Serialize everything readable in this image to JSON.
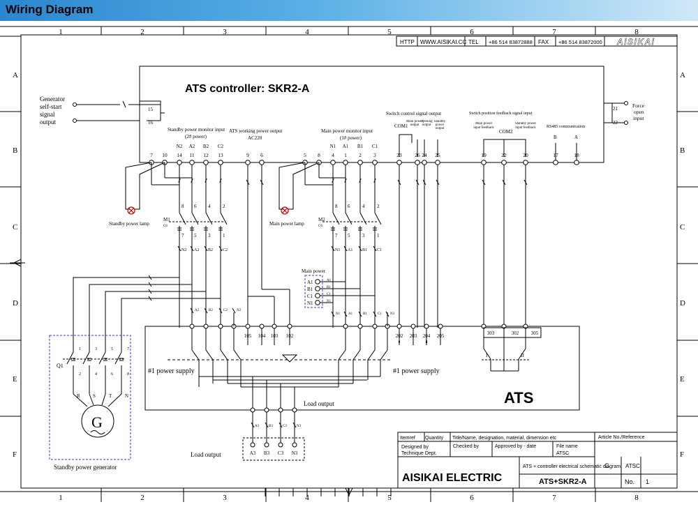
{
  "header": {
    "title": "Wiring Diagram"
  },
  "grid": {
    "columns": [
      "1",
      "2",
      "3",
      "4",
      "5",
      "6",
      "7",
      "8"
    ],
    "rows": [
      "A",
      "B",
      "C",
      "D",
      "E",
      "F"
    ]
  },
  "contact": {
    "http_label": "HTTP",
    "http_value": "WWW.AISIKAI.CC",
    "tel_label": "TEL",
    "tel_value": "+86 514 83872888",
    "fax_label": "FAX",
    "fax_value": "+86 514 83872000",
    "brand_logo": "AiSiKAi"
  },
  "controller": {
    "title": "ATS controller: SKR2-A",
    "generator_start_label": [
      "Generator",
      "self-start",
      "signal",
      "output"
    ],
    "terminal_15": "15",
    "terminal_16": "16",
    "force_open_label": [
      "Force",
      "open",
      "input"
    ],
    "terminal_21": "21",
    "terminal_22": "22",
    "standby_monitor_label": "Standby power monitor input",
    "standby_monitor_sub": "(2# power)",
    "ats_working_label": "ATS working power output",
    "ats_working_sub": "AC220",
    "main_monitor_label": "Main power monitor input",
    "main_monitor_sub": "(1# power)",
    "switch_control_label": "Switch control signal output",
    "switch_feedback_label": "Switch position feedback signal input",
    "com1": "COM1",
    "com2": "COM2",
    "main_power_output": "Main power output",
    "opening_output": "Opening output",
    "standby_power_output": "Standby power output",
    "main_power_feedback": "Main power input feedback",
    "standby_power_feedback": "Standby power input feedback",
    "rs485_label": "RS485 communication",
    "rs485_b": "B",
    "rs485_a": "A",
    "bottom_terminals": [
      "7",
      "10",
      "14",
      "11",
      "12",
      "13",
      "9",
      "6",
      "5",
      "8",
      "4",
      "1",
      "2",
      "3",
      "23",
      "26",
      "24",
      "25",
      "19",
      "22",
      "20",
      "17",
      "18"
    ],
    "standby_phase_labels": [
      "N2",
      "A2",
      "B2",
      "C2"
    ],
    "main_phase_labels": [
      "N1",
      "A1",
      "B1",
      "C1"
    ]
  },
  "lamps": {
    "standby": "Standby power lamp",
    "main": "Main power lamp"
  },
  "breakers": {
    "m1": "M1",
    "m2": "M2",
    "c6": "C6",
    "poles_top": [
      "8",
      "6",
      "4",
      "2"
    ],
    "poles_bottom": [
      "7",
      "5",
      "3",
      "1"
    ],
    "standby_wire_labels": [
      "N2",
      "A2",
      "B2",
      "C2"
    ],
    "main_wire_labels": [
      "N1",
      "A1",
      "B1",
      "C1"
    ]
  },
  "main_power": {
    "label": "Main power",
    "phases": [
      "A1",
      "B1",
      "C1",
      "N1"
    ]
  },
  "ats": {
    "label": "ATS",
    "power_left": "#1 power supply",
    "power_right": "#1 power supply",
    "load_output_inner": "Load output",
    "terminals_left": [
      "105",
      "104",
      "103",
      "102"
    ],
    "terminals_mid": [
      "202",
      "203",
      "204",
      "205"
    ],
    "terminals_mid_sub": [
      "0",
      "I",
      "II",
      "I"
    ],
    "terminals_right": [
      "303",
      "302",
      "305"
    ],
    "switch_i": "I",
    "switch_ii": "II",
    "wire_labels_left": [
      "A2",
      "B2",
      "C2",
      "N2"
    ],
    "wire_labels_right": [
      "N1",
      "A1",
      "B1",
      "C1",
      "N3"
    ]
  },
  "load": {
    "label": "Load output",
    "phases": [
      "A3",
      "B3",
      "C3",
      "N3"
    ]
  },
  "generator": {
    "q1": "Q1",
    "symbol": "G",
    "phases": [
      "R",
      "S",
      "T",
      "N"
    ],
    "label": "Standby power generator",
    "pole_top": [
      "1",
      "3",
      "5",
      "7"
    ],
    "pole_bottom": [
      "2",
      "4",
      "6",
      "8"
    ]
  },
  "title_block": {
    "item": "Itemref",
    "quantity": "Quantity",
    "title_col": "Title/Name, designation, material, dimension etc",
    "article": "Article No./Reference",
    "designed_by": "Designed by",
    "dept": "Technique Dept.",
    "checked_by": "Checked by",
    "approved": "Approved by - date",
    "file_name": "File name",
    "file_value": "ATSC",
    "company": "AISIKAI ELECTRIC",
    "description": "ATS + controller electrical schematic diagram",
    "size": "C",
    "doc_code": "ATSC",
    "model": "ATS+SKR2-A",
    "no_label": "No.",
    "no_value": "1"
  }
}
